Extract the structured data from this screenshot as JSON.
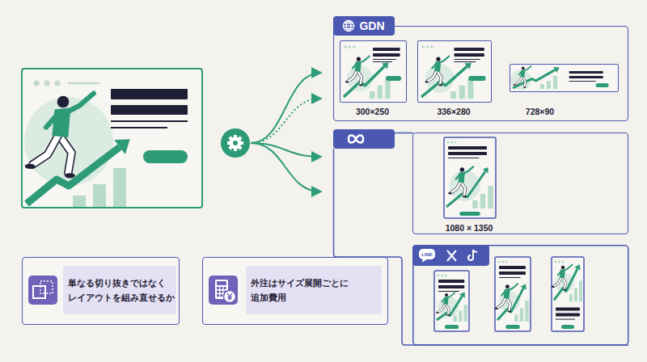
{
  "diagram": {
    "nodes": [
      {
        "text": [
          "GDN"
        ]
      },
      {
        "text": [
          "300×250"
        ],
        "in": 0
      },
      {
        "text": [
          "336×280"
        ],
        "in": 0
      },
      {
        "text": [
          "728×90"
        ],
        "in": 0
      },
      {
        "text": [
          "1080 × 1350"
        ]
      },
      {
        "text": [
          "単なる切り抜きではなく レイアウトを組み直せるか"
        ]
      },
      {
        "text": [
          "外注はサイズ展開ごとに 追加費用"
        ]
      }
    ],
    "labels": [
      "LINE"
    ]
  }
}
